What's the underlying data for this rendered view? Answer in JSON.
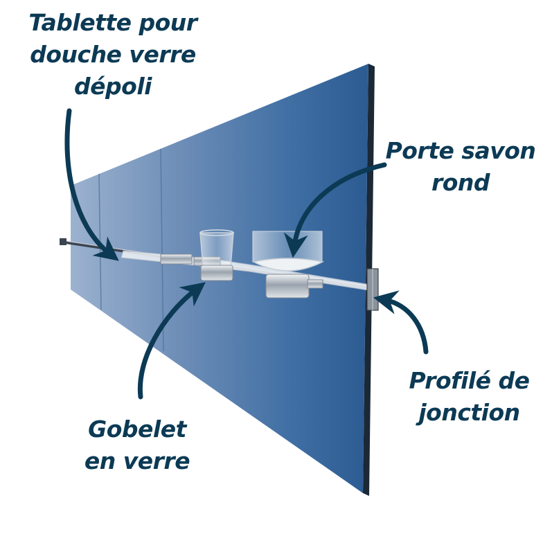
{
  "labels": {
    "tablette": {
      "lines": [
        "Tablette pour",
        "douche verre",
        "dépoli"
      ]
    },
    "porte_savon": {
      "lines": [
        "Porte savon",
        "rond"
      ]
    },
    "gobelet": {
      "lines": [
        "Gobelet",
        "en verre"
      ]
    },
    "profile": {
      "lines": [
        "Profilé de",
        "jonction"
      ]
    }
  },
  "colors": {
    "label_text": "#0c3a55",
    "arrow": "#0c3a55",
    "panel_light": "#8fa6c6",
    "panel_dark": "#2e5d93",
    "panel_edge": "#1b2836",
    "chrome": "#c9ced4",
    "glass": "#e8eef3"
  },
  "icons": {
    "arrow": "curved-arrow-icon"
  }
}
